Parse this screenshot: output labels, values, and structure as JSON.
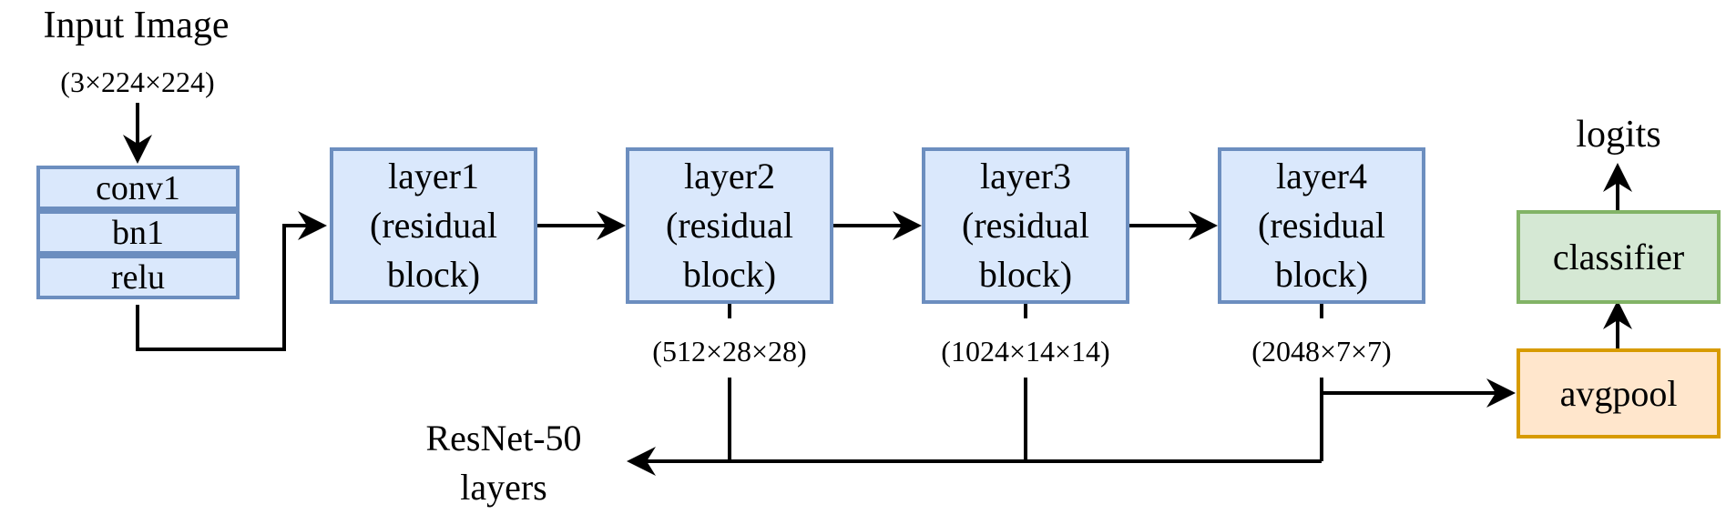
{
  "input": {
    "title": "Input Image",
    "dims": "(3×224×224)"
  },
  "stem": {
    "rows": [
      "conv1",
      "bn1",
      "relu"
    ]
  },
  "layers": [
    {
      "line1": "layer1",
      "line2": "(residual",
      "line3": "block)"
    },
    {
      "line1": "layer2",
      "line2": "(residual",
      "line3": "block)"
    },
    {
      "line1": "layer3",
      "line2": "(residual",
      "line3": "block)"
    },
    {
      "line1": "layer4",
      "line2": "(residual",
      "line3": "block)"
    }
  ],
  "outputs": {
    "layer2_dims": "(512×28×28)",
    "layer3_dims": "(1024×14×14)",
    "layer4_dims": "(2048×7×7)"
  },
  "resnet_label": {
    "line1": "ResNet-50",
    "line2": "layers"
  },
  "head": {
    "avgpool": "avgpool",
    "classifier": "classifier",
    "output": "logits"
  },
  "colors": {
    "blue_fill": "#dae8fc",
    "blue_stroke": "#6c8ebf",
    "green_fill": "#d5e8d4",
    "green_stroke": "#82b366",
    "orange_fill": "#ffe6cc",
    "orange_stroke": "#d79b00"
  }
}
